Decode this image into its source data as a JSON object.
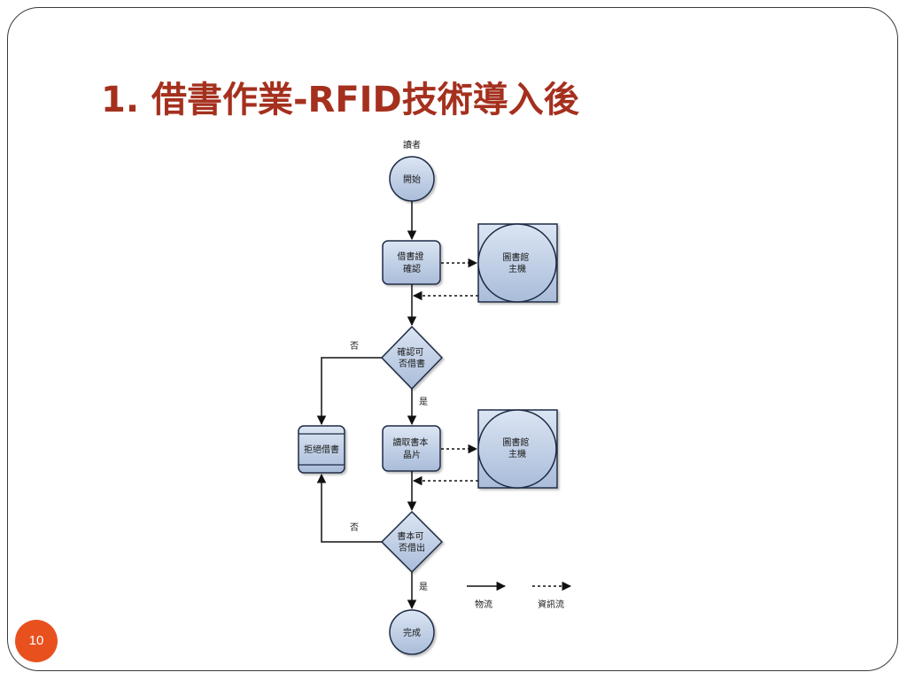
{
  "slide": {
    "title": "1. 借書作業-RFID技術導入後",
    "page_number": "10"
  },
  "flowchart": {
    "actor": "讀者",
    "start": "開始",
    "check_card": [
      "借書證",
      "確認"
    ],
    "host_1": [
      "圖書館",
      "主機"
    ],
    "decision_1": [
      "確認可",
      "否借書"
    ],
    "no_1": "否",
    "yes_1": "是",
    "reject": "拒絕借書",
    "read_chip": [
      "讀取書本",
      "晶片"
    ],
    "host_2": [
      "圖書館",
      "主機"
    ],
    "decision_2": [
      "書本可",
      "否借出"
    ],
    "no_2": "否",
    "yes_2": "是",
    "end": "完成"
  },
  "legend": {
    "physical_flow": "物流",
    "info_flow": "資訊流"
  },
  "colors": {
    "title": "#a5301e",
    "page_badge": "#e8511e",
    "node_fill": "#b6c7df",
    "node_stroke": "#1c2a44"
  }
}
